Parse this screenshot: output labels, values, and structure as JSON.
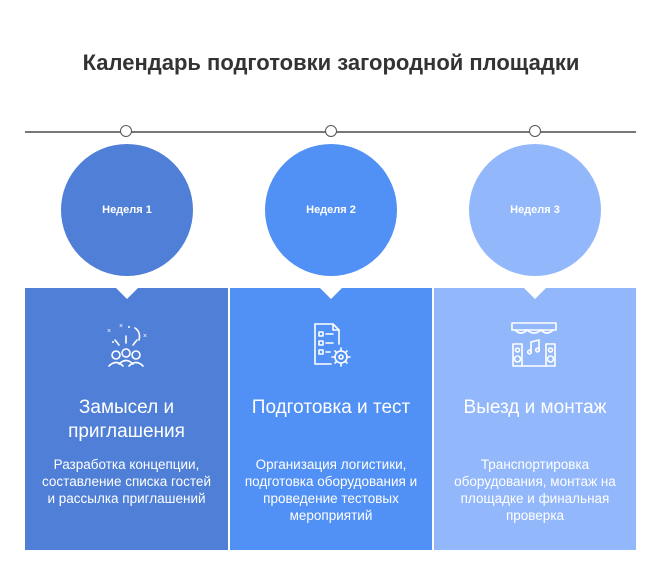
{
  "title": "Календарь подготовки загородной площадки",
  "colors": {
    "week1": "#4f7fd6",
    "week2": "#5190f5",
    "week3": "#93b7fb"
  },
  "stages": [
    {
      "week": "Неделя 1",
      "icon": "celebrating-people-icon",
      "heading": "Замысел и приглашения",
      "description": "Разработка концепции, составление списка гостей и рассылка приглашений"
    },
    {
      "week": "Неделя 2",
      "icon": "checklist-gear-icon",
      "heading": "Подготовка и тест",
      "description": "Организация логистики, подготовка оборудования и проведение тестовых мероприятий"
    },
    {
      "week": "Неделя 3",
      "icon": "stage-music-icon",
      "heading": "Выезд и монтаж",
      "description": "Транспортировка оборудования, монтаж на площадке и финальная проверка"
    }
  ]
}
